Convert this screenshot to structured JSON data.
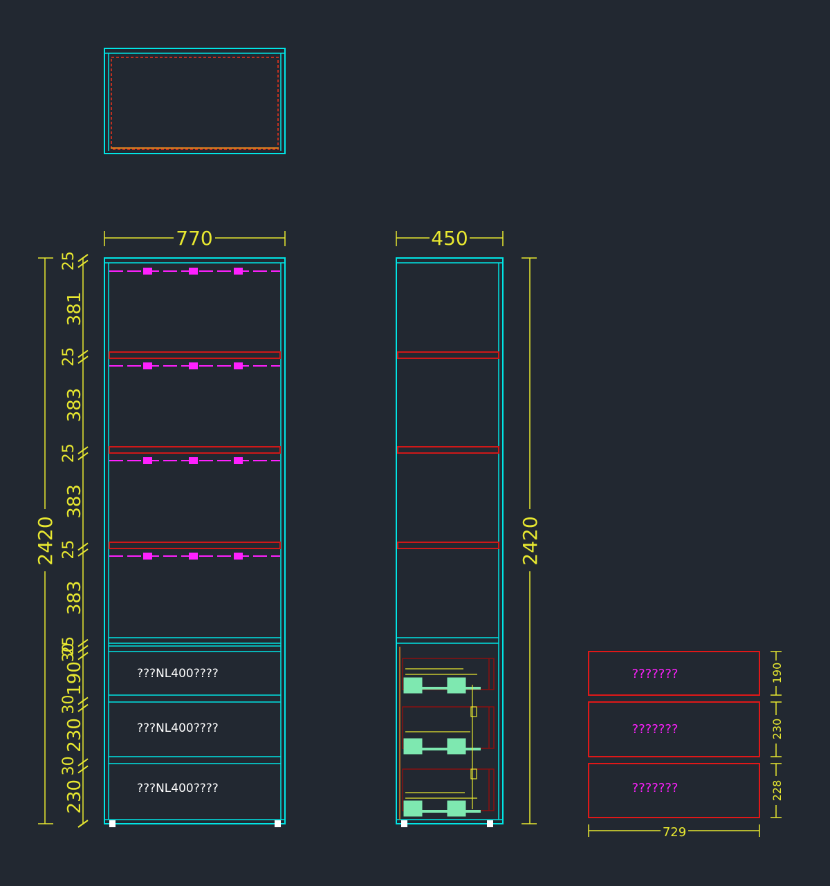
{
  "colors": {
    "background": "#222831",
    "carcass": "#00e5e5",
    "shelf": "#d01818",
    "shelf_pin": "#ff20ff",
    "dimension": "#e8e830",
    "drawer_label": "#ffffff",
    "drawer_label_alt": "#ff20ff",
    "hardware": "#7ee8b0",
    "top_view_inner": "#c03020",
    "top_view_front": "#e08020"
  },
  "front_view": {
    "width_label": "770",
    "height_label": "2420",
    "vertical_dims": [
      {
        "label": "25",
        "value": 25
      },
      {
        "label": "381",
        "value": 381
      },
      {
        "label": "25",
        "value": 25
      },
      {
        "label": "383",
        "value": 383
      },
      {
        "label": "25",
        "value": 25
      },
      {
        "label": "383",
        "value": 383
      },
      {
        "label": "25",
        "value": 25
      },
      {
        "label": "383",
        "value": 383
      },
      {
        "label": "25",
        "value": 25
      },
      {
        "label": "30",
        "value": 30
      },
      {
        "label": "190",
        "value": 190
      },
      {
        "label": "30",
        "value": 30
      },
      {
        "label": "230",
        "value": 230
      },
      {
        "label": "30",
        "value": 30
      },
      {
        "label": "230",
        "value": 230
      }
    ],
    "drawer_labels": [
      "???NL400????",
      "???NL400????",
      "???NL400????"
    ]
  },
  "side_view": {
    "width_label": "450",
    "height_label": "2420"
  },
  "drawer_detail": {
    "labels": [
      "???????",
      "???????",
      "???????"
    ],
    "heights": [
      {
        "label": "190",
        "value": 190
      },
      {
        "label": "230",
        "value": 230
      },
      {
        "label": "228",
        "value": 228
      }
    ],
    "width_label": "729"
  }
}
